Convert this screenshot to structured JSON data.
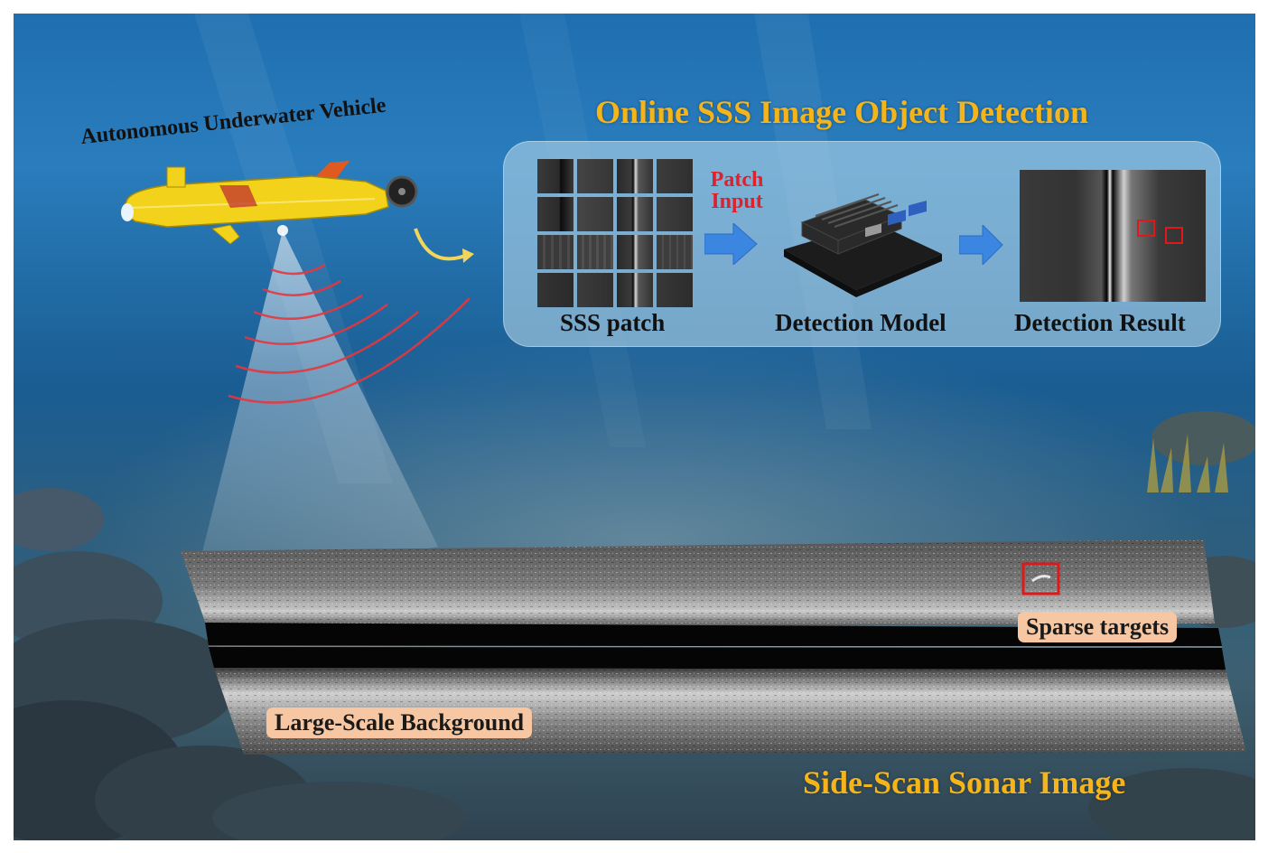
{
  "colors": {
    "gold": "#f4b41a",
    "red_text": "#e0202a",
    "box_red": "#e01818",
    "arrow_blue": "#3b86e0",
    "tag_fill": "#f6c7a2",
    "auv_yellow": "#f2d21a"
  },
  "auv": {
    "label": "Autonomous Underwater Vehicle"
  },
  "detection_panel": {
    "title": "Online SSS Image Object Detection",
    "patch_label": "SSS patch",
    "input_label_line1": "Patch",
    "input_label_line2": "Input",
    "model_label": "Detection Model",
    "result_label": "Detection Result"
  },
  "sonar": {
    "title": "Side-Scan Sonar Image",
    "tag_targets": "Sparse targets",
    "tag_background": "Large-Scale Background"
  },
  "icons": [
    "auv-icon",
    "jetson-board-icon",
    "arrow-right-icon",
    "curved-arrow-icon",
    "sonar-wave-icon"
  ]
}
